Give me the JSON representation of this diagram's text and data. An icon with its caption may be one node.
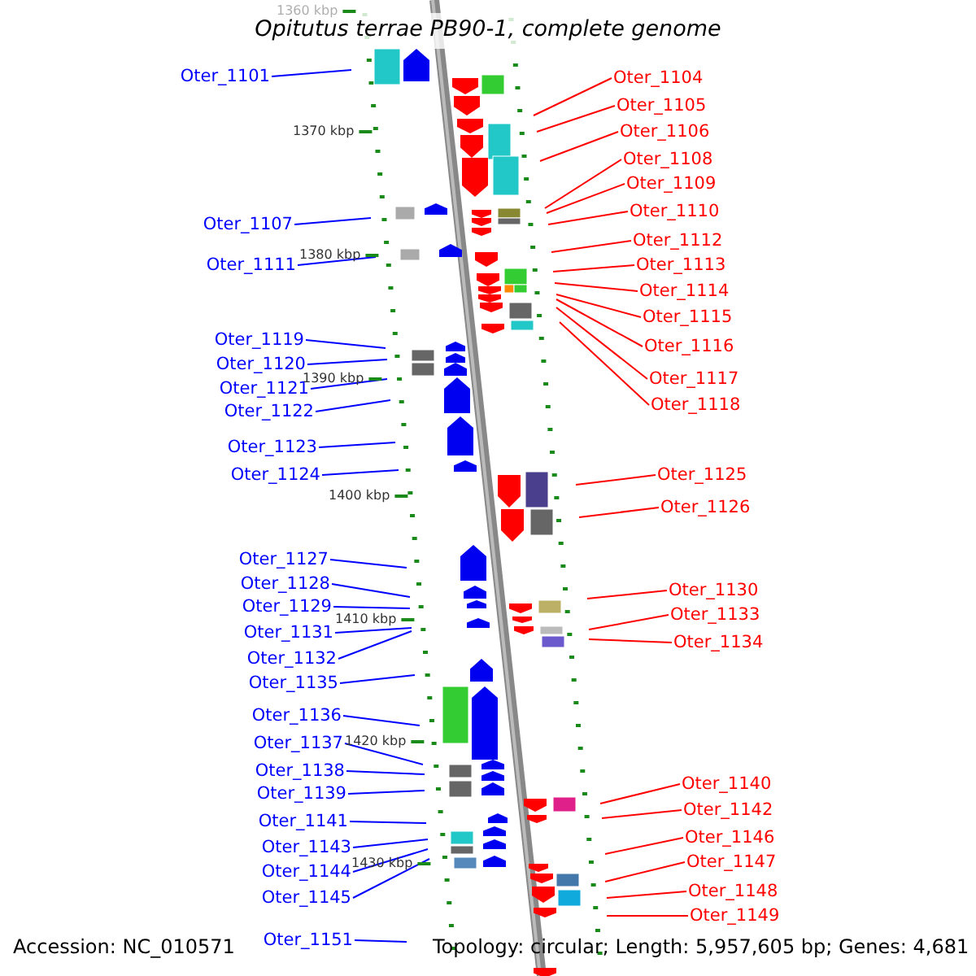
{
  "diagram": {
    "title": "Opitutus terrae PB90-1, complete genome",
    "nodes": [
      {
        "text": [
          "Oter_1101"
        ]
      },
      {
        "text": [
          "Oter_1107"
        ]
      },
      {
        "text": [
          "Oter_1111"
        ]
      },
      {
        "text": [
          "Oter_1119"
        ]
      },
      {
        "text": [
          "Oter_1120"
        ]
      },
      {
        "text": [
          "Oter_1121"
        ]
      },
      {
        "text": [
          "Oter_1122"
        ]
      },
      {
        "text": [
          "Oter_1123"
        ]
      },
      {
        "text": [
          "Oter_1124"
        ]
      },
      {
        "text": [
          "Oter_1127"
        ]
      },
      {
        "text": [
          "Oter_1128"
        ]
      },
      {
        "text": [
          "Oter_1129"
        ]
      },
      {
        "text": [
          "Oter_1131"
        ]
      },
      {
        "text": [
          "Oter_1132"
        ]
      },
      {
        "text": [
          "Oter_1135"
        ]
      },
      {
        "text": [
          "Oter_1136"
        ]
      },
      {
        "text": [
          "Oter_1137"
        ]
      },
      {
        "text": [
          "Oter_1138"
        ]
      },
      {
        "text": [
          "Oter_1139"
        ]
      },
      {
        "text": [
          "Oter_1141"
        ]
      },
      {
        "text": [
          "Oter_1143"
        ]
      },
      {
        "text": [
          "Oter_1144"
        ]
      },
      {
        "text": [
          "Oter_1145"
        ]
      },
      {
        "text": [
          "Oter_1151"
        ]
      },
      {
        "text": [
          "Oter_1104"
        ]
      },
      {
        "text": [
          "Oter_1105"
        ]
      },
      {
        "text": [
          "Oter_1106"
        ]
      },
      {
        "text": [
          "Oter_1108"
        ]
      },
      {
        "text": [
          "Oter_1109"
        ]
      },
      {
        "text": [
          "Oter_1110"
        ]
      },
      {
        "text": [
          "Oter_1112"
        ]
      },
      {
        "text": [
          "Oter_1113"
        ]
      },
      {
        "text": [
          "Oter_1114"
        ]
      },
      {
        "text": [
          "Oter_1115"
        ]
      },
      {
        "text": [
          "Oter_1116"
        ]
      },
      {
        "text": [
          "Oter_1117"
        ]
      },
      {
        "text": [
          "Oter_1118"
        ]
      },
      {
        "text": [
          "Oter_1125"
        ]
      },
      {
        "text": [
          "Oter_1126"
        ]
      },
      {
        "text": [
          "Oter_1130"
        ]
      },
      {
        "text": [
          "Oter_1133"
        ]
      },
      {
        "text": [
          "Oter_1134"
        ]
      },
      {
        "text": [
          "Oter_1140"
        ]
      },
      {
        "text": [
          "Oter_1142"
        ]
      },
      {
        "text": [
          "Oter_1146"
        ]
      },
      {
        "text": [
          "Oter_1147"
        ]
      },
      {
        "text": [
          "Oter_1148"
        ]
      },
      {
        "text": [
          "Oter_1149"
        ]
      }
    ],
    "edges": [
      {
        "from": 0,
        "to": null,
        "arrow": "none",
        "color": "#0000ff"
      },
      {
        "from": 1,
        "to": null,
        "arrow": "none",
        "color": "#0000ff"
      },
      {
        "from": 2,
        "to": null,
        "arrow": "none",
        "color": "#0000ff"
      },
      {
        "from": 3,
        "to": null,
        "arrow": "none",
        "color": "#0000ff"
      },
      {
        "from": 4,
        "to": null,
        "arrow": "none",
        "color": "#0000ff"
      },
      {
        "from": 5,
        "to": null,
        "arrow": "none",
        "color": "#0000ff"
      },
      {
        "from": 6,
        "to": null,
        "arrow": "none",
        "color": "#0000ff"
      },
      {
        "from": 7,
        "to": null,
        "arrow": "none",
        "color": "#0000ff"
      },
      {
        "from": 8,
        "to": null,
        "arrow": "none",
        "color": "#0000ff"
      },
      {
        "from": 9,
        "to": null,
        "arrow": "none",
        "color": "#0000ff"
      },
      {
        "from": 10,
        "to": null,
        "arrow": "none",
        "color": "#0000ff"
      },
      {
        "from": 11,
        "to": null,
        "arrow": "none",
        "color": "#0000ff"
      },
      {
        "from": 12,
        "to": null,
        "arrow": "none",
        "color": "#0000ff"
      },
      {
        "from": 13,
        "to": null,
        "arrow": "none",
        "color": "#0000ff"
      },
      {
        "from": 14,
        "to": null,
        "arrow": "none",
        "color": "#0000ff"
      },
      {
        "from": 15,
        "to": null,
        "arrow": "none",
        "color": "#0000ff"
      },
      {
        "from": 16,
        "to": null,
        "arrow": "none",
        "color": "#0000ff"
      },
      {
        "from": 17,
        "to": null,
        "arrow": "none",
        "color": "#0000ff"
      },
      {
        "from": 18,
        "to": null,
        "arrow": "none",
        "color": "#0000ff"
      },
      {
        "from": 19,
        "to": null,
        "arrow": "none",
        "color": "#0000ff"
      },
      {
        "from": 20,
        "to": null,
        "arrow": "none",
        "color": "#0000ff"
      },
      {
        "from": 21,
        "to": null,
        "arrow": "none",
        "color": "#0000ff"
      },
      {
        "from": 22,
        "to": null,
        "arrow": "none",
        "color": "#0000ff"
      },
      {
        "from": 23,
        "to": null,
        "arrow": "none",
        "color": "#0000ff"
      },
      {
        "from": 24,
        "to": null,
        "arrow": "none",
        "color": "#ff0000"
      },
      {
        "from": 25,
        "to": null,
        "arrow": "none",
        "color": "#ff0000"
      },
      {
        "from": 26,
        "to": null,
        "arrow": "none",
        "color": "#ff0000"
      },
      {
        "from": 27,
        "to": null,
        "arrow": "none",
        "color": "#ff0000"
      },
      {
        "from": 28,
        "to": null,
        "arrow": "none",
        "color": "#ff0000"
      },
      {
        "from": 29,
        "to": null,
        "arrow": "none",
        "color": "#ff0000"
      },
      {
        "from": 30,
        "to": null,
        "arrow": "none",
        "color": "#ff0000"
      },
      {
        "from": 31,
        "to": null,
        "arrow": "none",
        "color": "#ff0000"
      },
      {
        "from": 32,
        "to": null,
        "arrow": "none",
        "color": "#ff0000"
      },
      {
        "from": 33,
        "to": null,
        "arrow": "none",
        "color": "#ff0000"
      },
      {
        "from": 34,
        "to": null,
        "arrow": "none",
        "color": "#ff0000"
      },
      {
        "from": 35,
        "to": null,
        "arrow": "none",
        "color": "#ff0000"
      },
      {
        "from": 36,
        "to": null,
        "arrow": "none",
        "color": "#ff0000"
      },
      {
        "from": 37,
        "to": null,
        "arrow": "none",
        "color": "#ff0000"
      },
      {
        "from": 38,
        "to": null,
        "arrow": "none",
        "color": "#ff0000"
      },
      {
        "from": 39,
        "to": null,
        "arrow": "none",
        "color": "#ff0000"
      },
      {
        "from": 40,
        "to": null,
        "arrow": "none",
        "color": "#ff0000"
      },
      {
        "from": 41,
        "to": null,
        "arrow": "none",
        "color": "#ff0000"
      },
      {
        "from": 42,
        "to": null,
        "arrow": "none",
        "color": "#ff0000"
      },
      {
        "from": 43,
        "to": null,
        "arrow": "none",
        "color": "#ff0000"
      },
      {
        "from": 44,
        "to": null,
        "arrow": "none",
        "color": "#ff0000"
      },
      {
        "from": 45,
        "to": null,
        "arrow": "none",
        "color": "#ff0000"
      },
      {
        "from": 46,
        "to": null,
        "arrow": "none",
        "color": "#ff0000"
      },
      {
        "from": 47,
        "to": null,
        "arrow": "none",
        "color": "#ff0000"
      }
    ],
    "labels": [
      "1360 kbp",
      "1370 kbp",
      "1380 kbp",
      "1390 kbp",
      "1400 kbp",
      "1410 kbp",
      "1420 kbp",
      "1430 kbp",
      "Accession: NC_010571",
      "Topology: circular; Length: 5,957,605 bp; Genes: 4,681"
    ]
  }
}
